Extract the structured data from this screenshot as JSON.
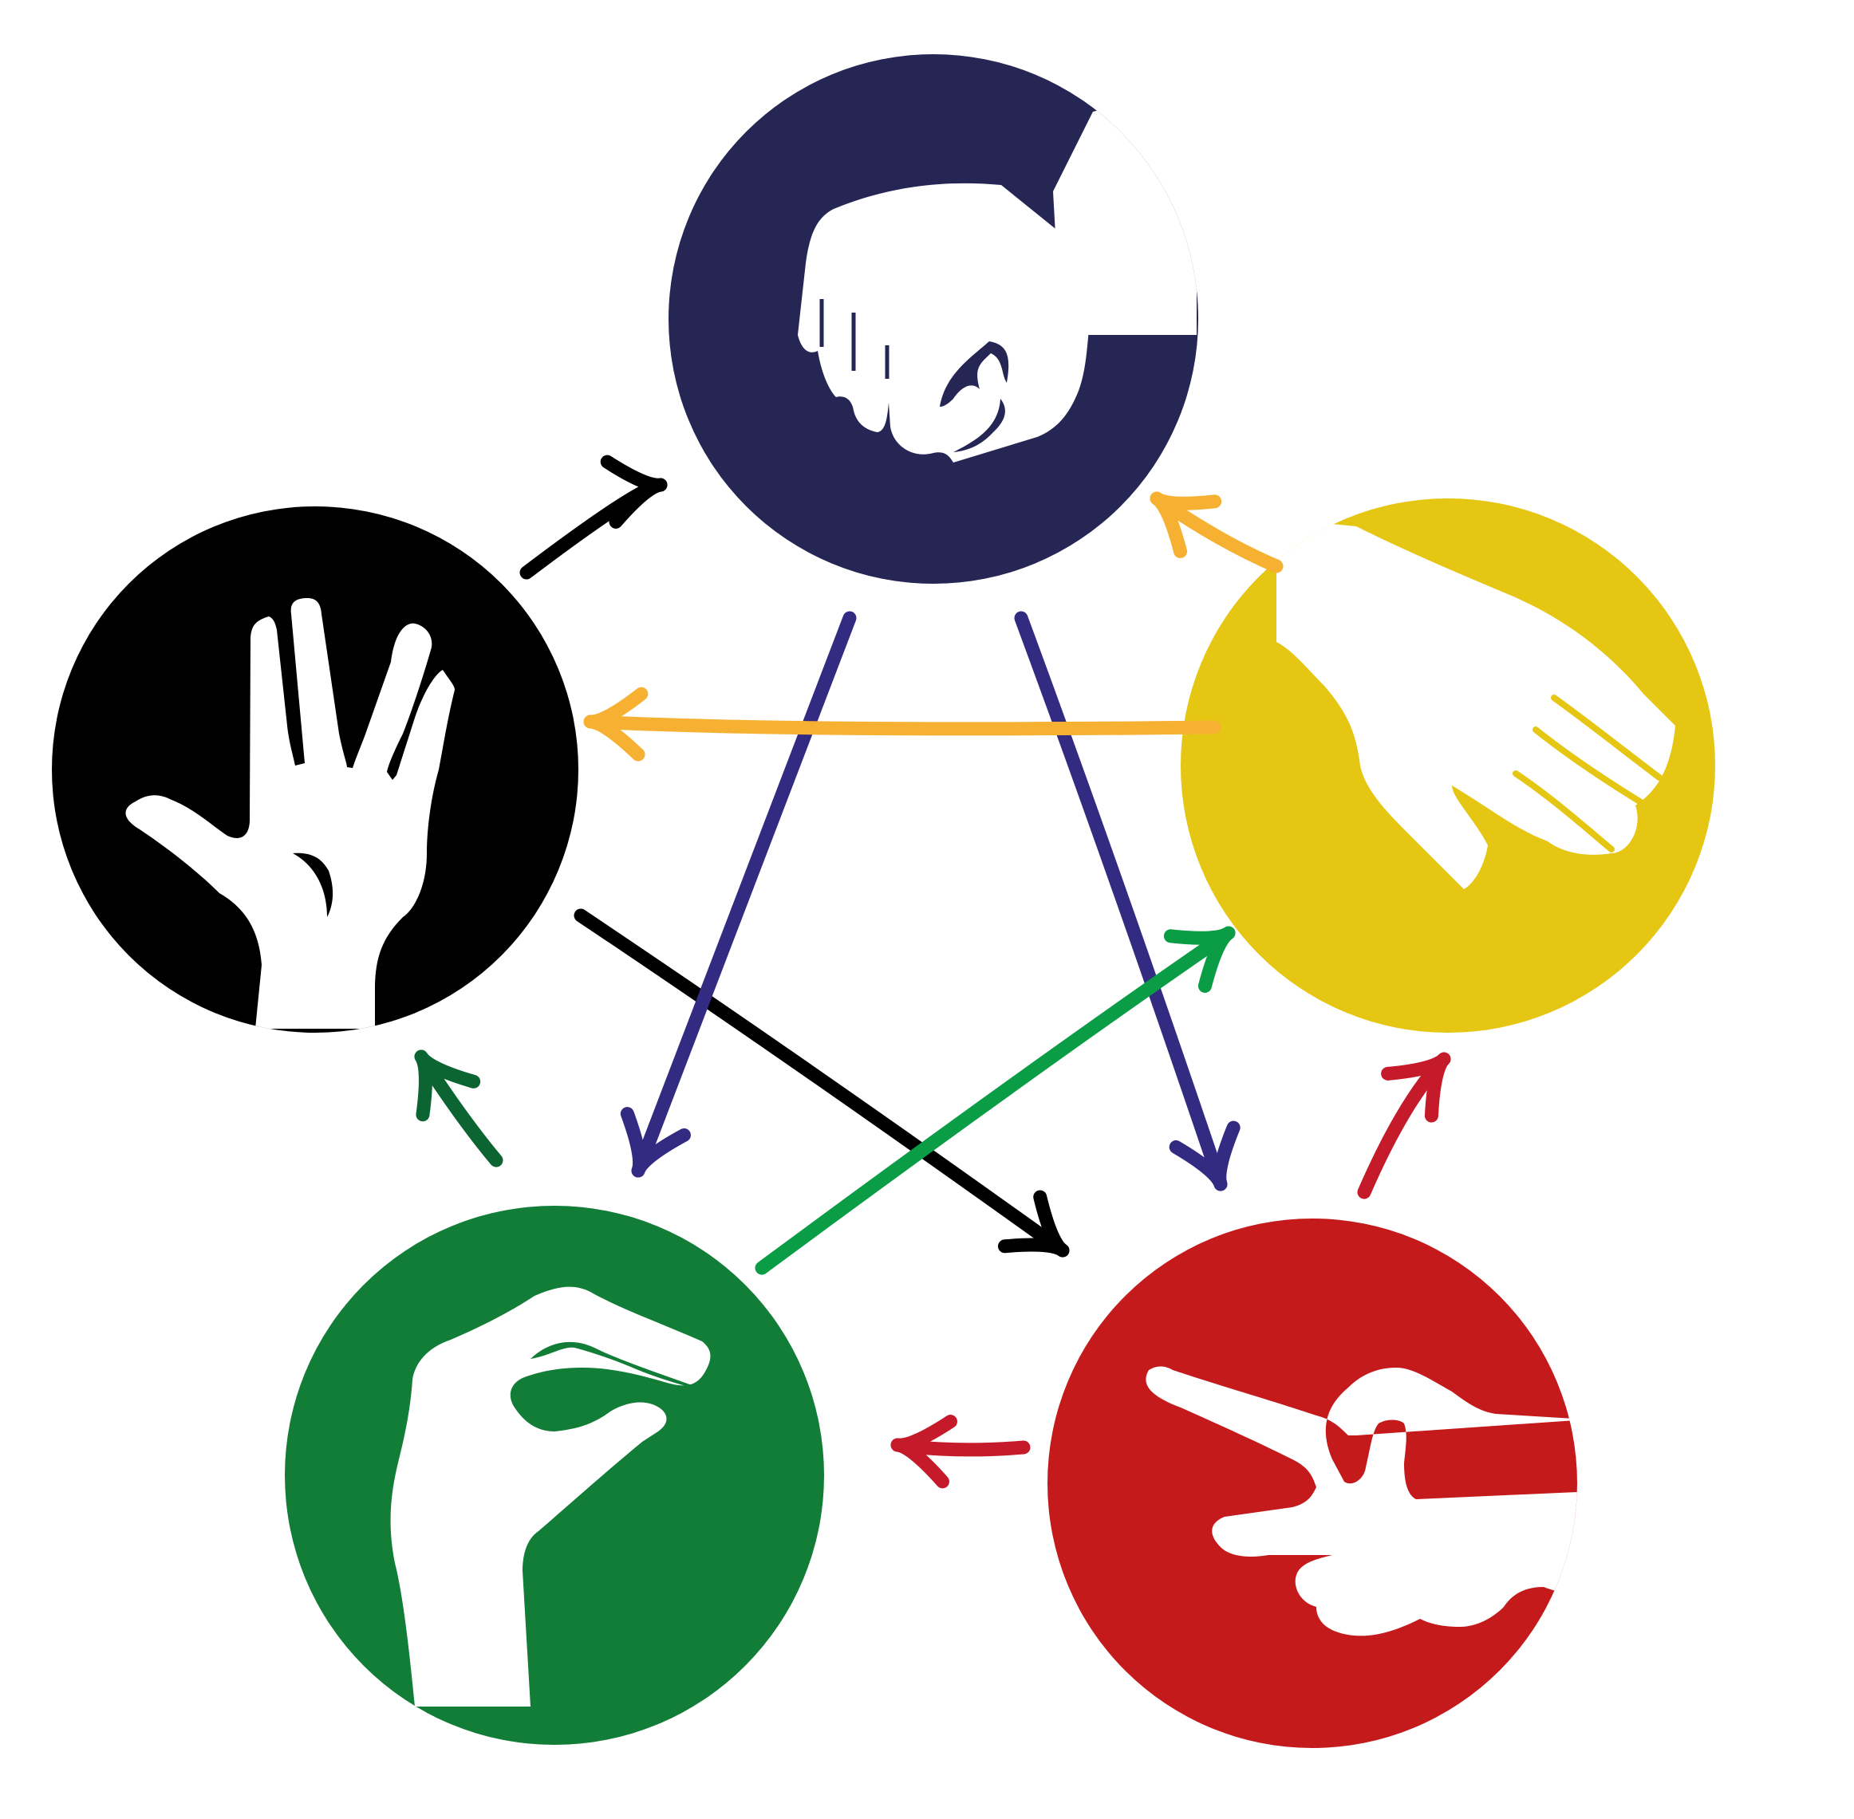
{
  "diagram": {
    "nodes": [
      {
        "id": "rock",
        "gesture": "fist",
        "color": "#262655",
        "icon": "fist-hand-icon"
      },
      {
        "id": "paper",
        "gesture": "flat-hand",
        "color": "#e4c613",
        "icon": "flat-hand-icon"
      },
      {
        "id": "scissors",
        "gesture": "two-fingers",
        "color": "#c41a1c",
        "icon": "scissors-hand-icon"
      },
      {
        "id": "lizard",
        "gesture": "hand-puppet",
        "color": "#117d36",
        "icon": "lizard-hand-icon"
      },
      {
        "id": "spock",
        "gesture": "vulcan-salute",
        "color": "#000000",
        "icon": "spock-hand-icon"
      }
    ],
    "edges": [
      {
        "from": "spock",
        "to": "rock",
        "color": "#000000"
      },
      {
        "from": "spock",
        "to": "scissors",
        "color": "#000000"
      },
      {
        "from": "rock",
        "to": "lizard",
        "color": "#332b82"
      },
      {
        "from": "rock",
        "to": "scissors",
        "color": "#332b82"
      },
      {
        "from": "paper",
        "to": "rock",
        "color": "#f6b133"
      },
      {
        "from": "paper",
        "to": "spock",
        "color": "#f6b133"
      },
      {
        "from": "scissors",
        "to": "paper",
        "color": "#c41a2a"
      },
      {
        "from": "scissors",
        "to": "lizard",
        "color": "#c41a2a"
      },
      {
        "from": "lizard",
        "to": "paper",
        "color": "#0a9d45"
      },
      {
        "from": "lizard",
        "to": "spock",
        "color": "#0b6431"
      }
    ]
  }
}
